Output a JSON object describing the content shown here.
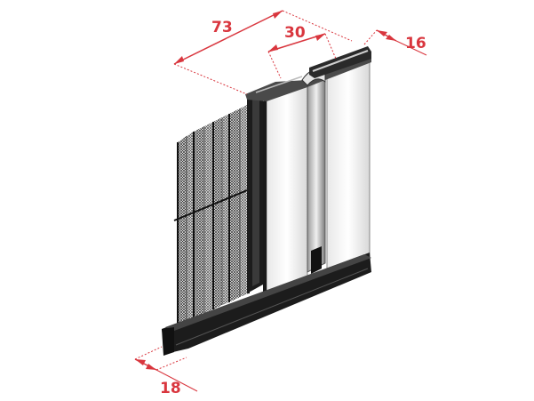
{
  "dimensions": {
    "depth_total": "73",
    "track_width": "30",
    "frame_depth": "16",
    "bottom_rail": "18"
  },
  "colors": {
    "dimension": "#d9363e",
    "frame_dark": "#1c1c1c",
    "frame_mid": "#3a3a3a",
    "panel_light": "#f4f4f4",
    "mesh": "#2a2a2a"
  }
}
